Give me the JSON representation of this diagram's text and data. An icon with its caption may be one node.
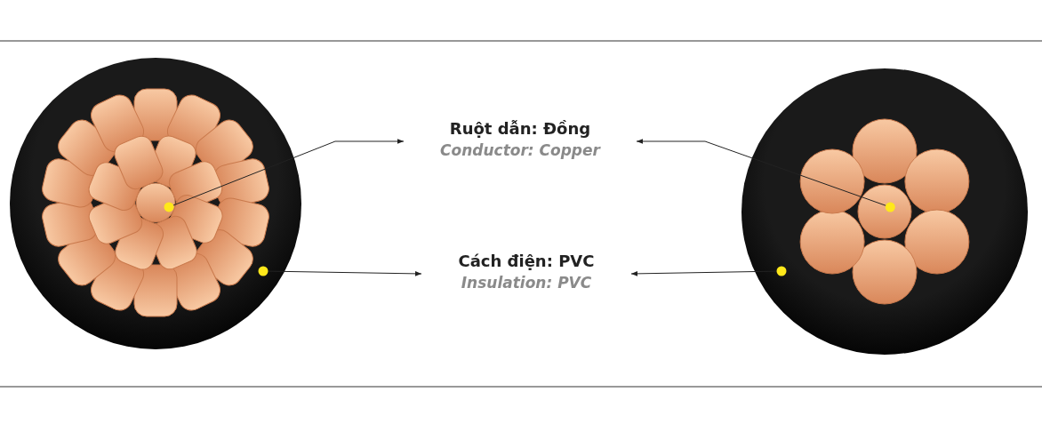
{
  "diagram": {
    "nodes": [
      {
        "text": [],
        "shape": "circle"
      },
      {
        "text": [],
        "shape": "picture",
        "in": 0
      },
      {
        "text": [
          "Ruột dẫn: Đồng",
          "Conductor: Copper"
        ]
      },
      {
        "text": [
          "Cách điện: PVC",
          "Insulation: PVC"
        ]
      },
      {
        "text": [],
        "shape": "circle"
      },
      {
        "text": [],
        "shape": "picture",
        "in": 4
      }
    ],
    "edges": [
      {
        "from": 1,
        "to": 2,
        "arrow": "to"
      },
      {
        "from": 5,
        "to": 2,
        "arrow": "to"
      },
      {
        "from": 0,
        "to": 3,
        "arrow": "to"
      },
      {
        "from": 4,
        "to": 3,
        "arrow": "to"
      }
    ]
  }
}
